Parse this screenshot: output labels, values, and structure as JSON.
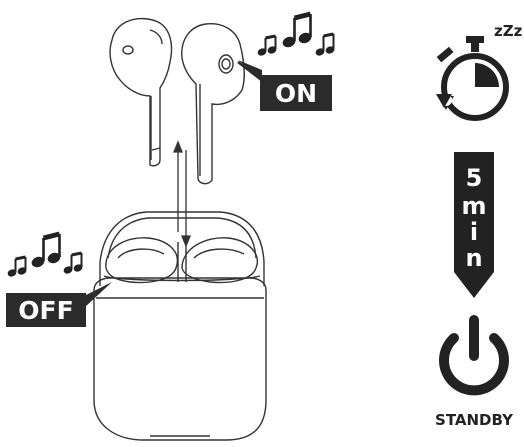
{
  "badges": {
    "on": "ON",
    "off": "OFF"
  },
  "timer": {
    "sleep_text": "zZz",
    "duration_chars": [
      "5",
      "m",
      "i",
      "n"
    ]
  },
  "standby": {
    "label": "STANDBY"
  },
  "icons": {
    "earbuds": "earbuds-icon",
    "case": "charging-case-icon",
    "music_on": "music-notes-icon",
    "music_off": "music-notes-icon",
    "timer": "stopwatch-icon",
    "arrow": "down-arrow-icon",
    "power": "power-icon"
  },
  "colors": {
    "ink": "#222222",
    "badge_bg": "#2b2b2b",
    "line": "#333333"
  }
}
